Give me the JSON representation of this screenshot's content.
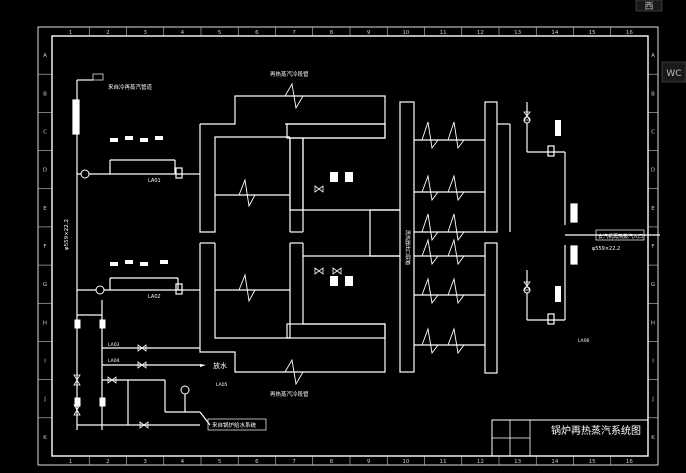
{
  "window": {
    "corner_tab_left": "西",
    "corner_tab_right": "WC"
  },
  "frame": {
    "columns": [
      "1",
      "2",
      "3",
      "4",
      "5",
      "6",
      "7",
      "8",
      "9",
      "10",
      "11",
      "12",
      "13",
      "14",
      "15",
      "16"
    ],
    "rows": [
      "A",
      "B",
      "C",
      "D",
      "E",
      "F",
      "G",
      "H",
      "I",
      "J",
      "K"
    ]
  },
  "title_block": {
    "title": "锅炉再热蒸汽系统图"
  },
  "labels": {
    "top_pipe": "再热蒸汽冷段管",
    "bottom_pipe": "再热蒸汽冷段管",
    "left_inlet": "来自冷再蒸汽管道",
    "left_vertical": "φ559×22.2",
    "water_out": "放水",
    "bottom_inlet": "来自锅炉给水系统",
    "right_outlet": "去汽机再热蒸汽入口",
    "right_pipe": "φ559×22.2",
    "center_header": "再热器出口联箱",
    "pipe_tag_1": "LA01",
    "pipe_tag_2": "LA02",
    "pipe_tag_3": "LA03",
    "pipe_tag_4": "LA04",
    "pipe_tag_5": "LA05",
    "pipe_tag_6": "LA06"
  }
}
